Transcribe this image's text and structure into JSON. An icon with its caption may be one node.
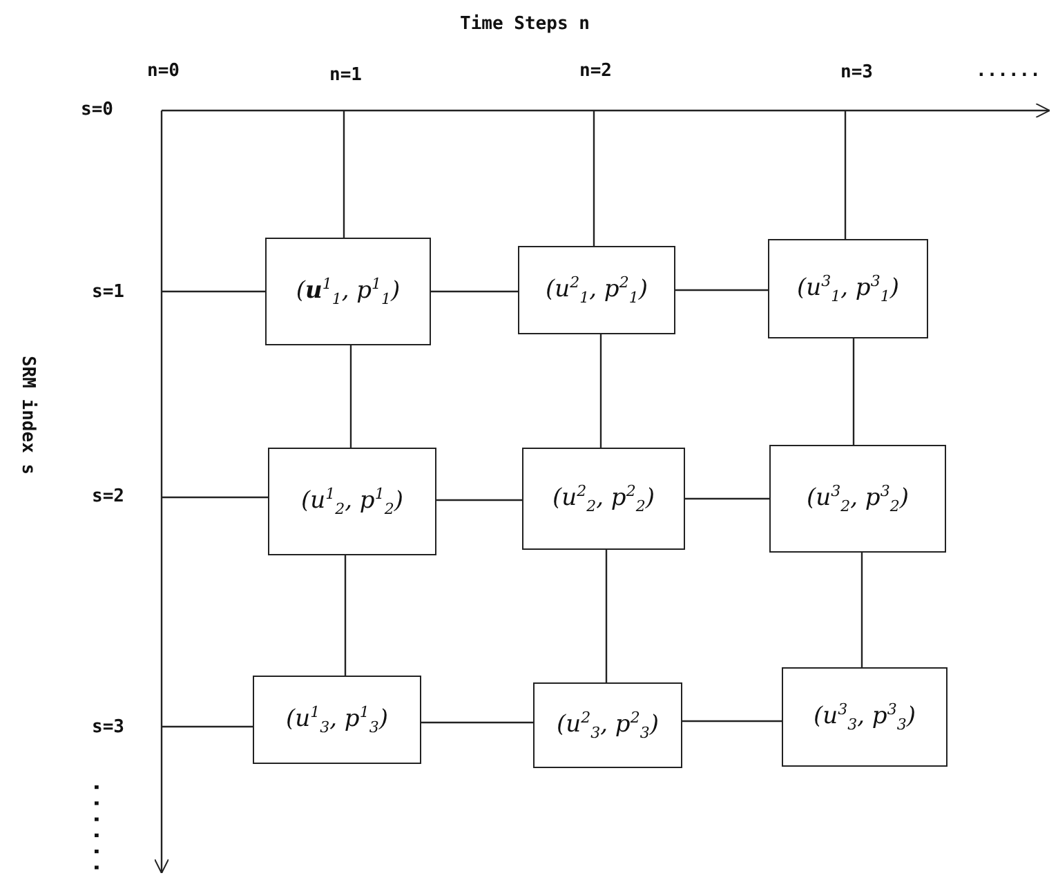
{
  "diagram": {
    "nodes": [
      {
        "text": [
          "(**u**$^{1}$$_{1}$, p$^{1}$$_{1}$)"
        ]
      },
      {
        "text": [
          "(u$^{2}$$_{1}$, p$^{2}$$_{1}$)"
        ]
      },
      {
        "text": [
          "(u$^{3}$$_{1}$, p$^{3}$$_{1}$)"
        ]
      },
      {
        "text": [
          "(u$^{1}$$_{2}$, p$^{1}$$_{2}$)"
        ]
      },
      {
        "text": [
          "(u$^{2}$$_{2}$, p$^{2}$$_{2}$)"
        ]
      },
      {
        "text": [
          "(u$^{3}$$_{2}$, p$^{3}$$_{2}$)"
        ]
      },
      {
        "text": [
          "(u$^{1}$$_{3}$, p$^{1}$$_{3}$)"
        ]
      },
      {
        "text": [
          "(u$^{2}$$_{3}$, p$^{2}$$_{3}$)"
        ]
      },
      {
        "text": [
          "(u$^{3}$$_{3}$, p$^{3}$$_{3}$)"
        ]
      }
    ],
    "edges": [
      {
        "from": null,
        "to": 0,
        "arrow": "none"
      },
      {
        "from": null,
        "to": 1,
        "arrow": "none"
      },
      {
        "from": null,
        "to": 2,
        "arrow": "none"
      },
      {
        "from": null,
        "to": 0,
        "arrow": "none"
      },
      {
        "from": null,
        "to": 3,
        "arrow": "none"
      },
      {
        "from": null,
        "to": 6,
        "arrow": "none"
      },
      {
        "from": 0,
        "to": 1,
        "arrow": "none"
      },
      {
        "from": 1,
        "to": 2,
        "arrow": "none"
      },
      {
        "from": 3,
        "to": 4,
        "arrow": "none"
      },
      {
        "from": 4,
        "to": 5,
        "arrow": "none"
      },
      {
        "from": 6,
        "to": 7,
        "arrow": "none"
      },
      {
        "from": 7,
        "to": 8,
        "arrow": "none"
      },
      {
        "from": 0,
        "to": 3,
        "arrow": "none"
      },
      {
        "from": 3,
        "to": 6,
        "arrow": "none"
      },
      {
        "from": 1,
        "to": 4,
        "arrow": "none"
      },
      {
        "from": 4,
        "to": 7,
        "arrow": "none"
      },
      {
        "from": 2,
        "to": 5,
        "arrow": "none"
      },
      {
        "from": 5,
        "to": 8,
        "arrow": "none"
      }
    ],
    "labels": [
      "Time Steps n",
      "n=0",
      "n=1",
      "n=2",
      "n=3",
      "......",
      "s=0",
      "s=1",
      "SRM index s",
      "s=2",
      "s=3",
      "......"
    ]
  }
}
